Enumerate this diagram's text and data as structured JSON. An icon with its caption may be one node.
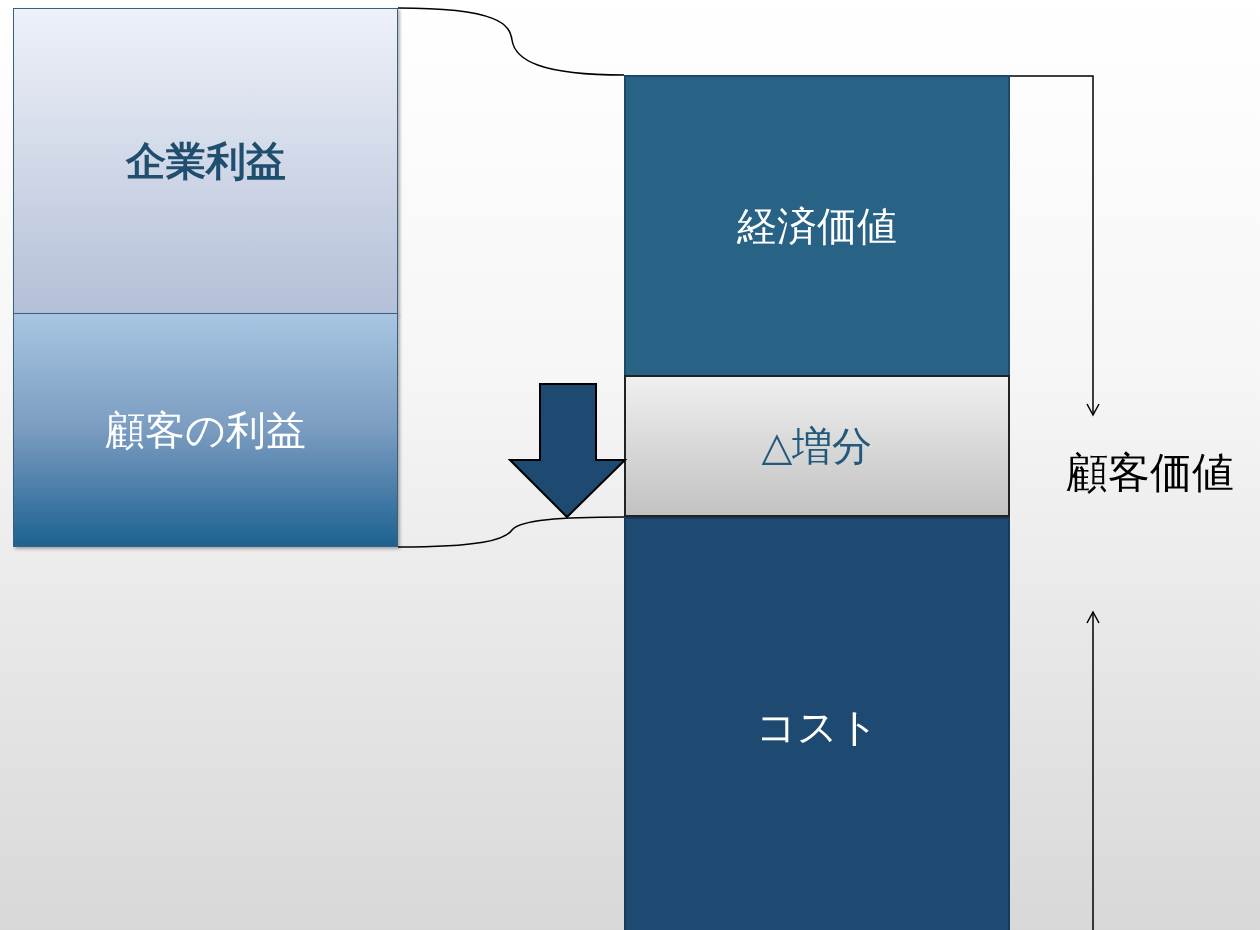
{
  "diagram": {
    "nodes": [
      {
        "text": [
          "企業利益"
        ]
      },
      {
        "text": [
          "顧客の利益"
        ]
      },
      {
        "text": [
          "経済価値"
        ]
      },
      {
        "text": [
          "△増分"
        ]
      },
      {
        "text": [
          "コスト"
        ]
      }
    ],
    "labels": [
      "顧客価値"
    ]
  }
}
